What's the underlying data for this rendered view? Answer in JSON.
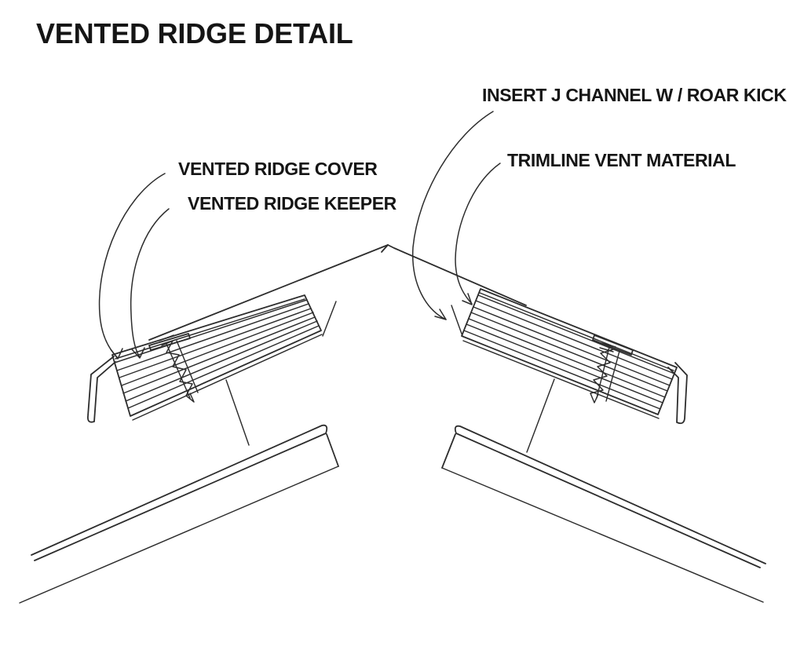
{
  "diagram": {
    "title": "VENTED RIDGE DETAIL",
    "labels": {
      "insert_j_channel": "INSERT J CHANNEL W / ROAR KICK",
      "trimline_vent": "TRIMLINE VENT MATERIAL",
      "ridge_cover": "VENTED RIDGE COVER",
      "ridge_keeper": "VENTED RIDGE KEEPER"
    },
    "colors": {
      "ink": "#2d2d2d",
      "background": "#ffffff",
      "text": "#151515"
    }
  }
}
